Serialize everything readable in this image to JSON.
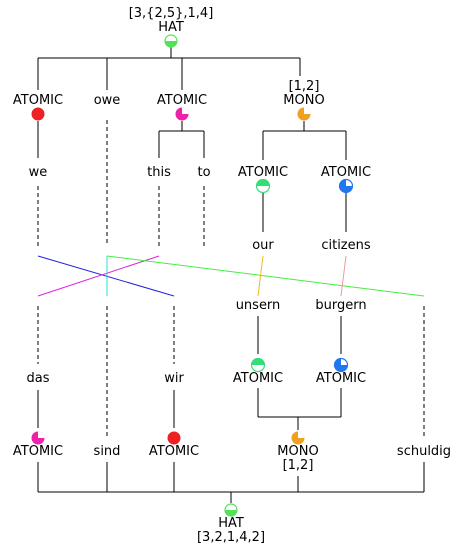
{
  "colors": {
    "hat": "#55e05a",
    "atomic_red": "#ee2222",
    "atomic_magenta": "#ee22aa",
    "mono": "#f0a020",
    "atomic_green": "#33dd77",
    "atomic_blue": "#2277ee",
    "link_blue": "#2222dd",
    "link_magenta": "#dd22dd",
    "link_green": "#44ee44",
    "link_cyan": "#22dddd",
    "link_orange": "#eebb22",
    "link_pink": "#ee9999"
  },
  "top": {
    "root_sig": "[3,{2,5},1,4]",
    "root_label": "HAT",
    "n1_label": "ATOMIC",
    "n1_word": "we",
    "n2_word": "owe",
    "n3_label": "ATOMIC",
    "n3_word_a": "this",
    "n3_word_b": "to",
    "mono_sig": "[1,2]",
    "mono_label": "MONO",
    "mono_c1_label": "ATOMIC",
    "mono_c1_word": "our",
    "mono_c2_label": "ATOMIC",
    "mono_c2_word": "citizens"
  },
  "bottom": {
    "m_w1": "unsern",
    "m_w2": "burgern",
    "m_c1_label": "ATOMIC",
    "m_c2_label": "ATOMIC",
    "w_das": "das",
    "w_wir": "wir",
    "b1_label": "ATOMIC",
    "b2_word": "sind",
    "b3_label": "ATOMIC",
    "mono_label": "MONO",
    "mono_sig": "[1,2]",
    "b5_word": "schuldig",
    "root_label": "HAT",
    "root_sig": "[3,2,1,4,2]"
  }
}
